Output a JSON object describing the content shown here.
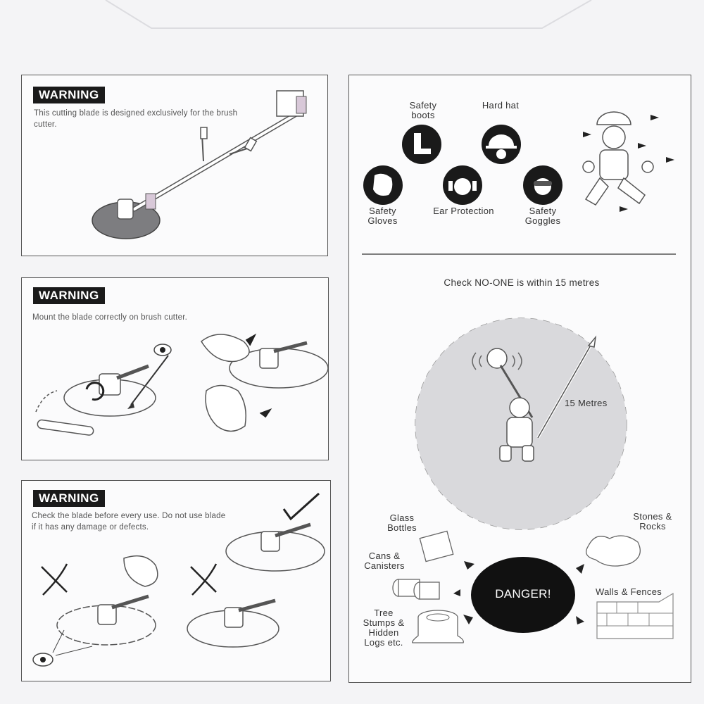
{
  "panels": {
    "p1": {
      "badge": "WARNING",
      "text": "This cutting blade is designed exclusively for the brush cutter."
    },
    "p2": {
      "badge": "WARNING",
      "text": "Mount the blade correctly on brush cutter."
    },
    "p3": {
      "badge": "WARNING",
      "text": "Check the blade before every use. Do not use blade if it has any damage or defects."
    }
  },
  "ppe": {
    "boots": "Safety boots",
    "hat": "Hard hat",
    "gloves": "Safety Gloves",
    "ear": "Ear Protection",
    "goggles": "Safety Goggles"
  },
  "zone": {
    "heading": "Check NO-ONE is within 15 metres",
    "radius_label": "15 Metres"
  },
  "hazards": {
    "danger": "DANGER!",
    "glass": "Glass Bottles",
    "stones": "Stones & Rocks",
    "cans": "Cans & Canisters",
    "walls": "Walls & Fences",
    "stumps": "Tree Stumps & Hidden Logs etc."
  },
  "colors": {
    "badge": "#1a1a1a",
    "zone_fill": "#d9d9dc",
    "danger_fill": "#111111"
  }
}
